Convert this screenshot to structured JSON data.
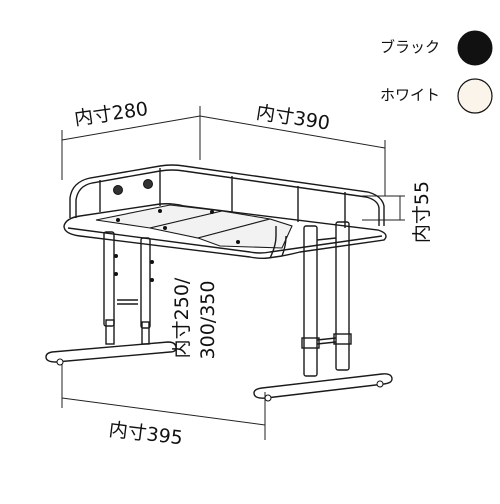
{
  "colors": {
    "items": [
      {
        "label": "ブラック",
        "swatch": "#111111"
      },
      {
        "label": "ホワイト",
        "swatch": "#fbf4ea"
      }
    ]
  },
  "dimensions": {
    "inner_depth": "内寸280",
    "inner_width": "内寸390",
    "inner_height": "内寸55",
    "inner_leg_height_line1": "内寸250/",
    "inner_leg_height_line2": "300/350",
    "inner_base_width": "内寸395"
  }
}
